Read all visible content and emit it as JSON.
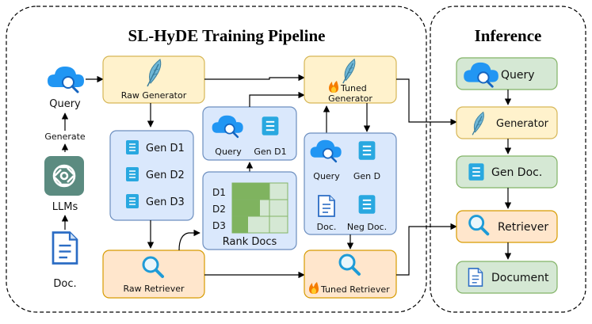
{
  "training": {
    "title": "SL-HyDE Training Pipeline",
    "query_label": "Query",
    "generate_label": "Generate",
    "llms_label": "LLMs",
    "doc_label": "Doc.",
    "raw_generator_label": "Raw Generator",
    "gen_docs": [
      "Gen D1",
      "Gen D2",
      "Gen D3"
    ],
    "pair_query_label": "Query",
    "pair_gen_label": "Gen D1",
    "rank_rows": [
      "D1",
      "D2",
      "D3"
    ],
    "rank_label": "Rank Docs",
    "tuned_generator_line1": "Tuned",
    "tuned_generator_line2": "Generator",
    "quad_query_label": "Query",
    "quad_gen_label": "Gen D",
    "quad_doc_label": "Doc.",
    "quad_neg_label": "Neg Doc.",
    "raw_retriever_label": "Raw Retriever",
    "tuned_retriever_label": "Tuned Retriever"
  },
  "inference": {
    "title": "Inference",
    "query_label": "Query",
    "generator_label": "Generator",
    "gen_doc_label": "Gen Doc.",
    "retriever_label": "Retriever",
    "document_label": "Document"
  },
  "colors": {
    "green_fill": "#d5e8d4",
    "green_stroke": "#82b366",
    "yellow_fill": "#fff2cc",
    "yellow_stroke": "#d6b656",
    "orange_fill": "#ffe6cc",
    "orange_stroke": "#d79b00",
    "blue_fill": "#dae8fc",
    "blue_stroke": "#6c8ebf",
    "icon_blue": "#2196f3",
    "rank_dark": "#7fb35f",
    "rank_light": "#d5e8d4"
  }
}
